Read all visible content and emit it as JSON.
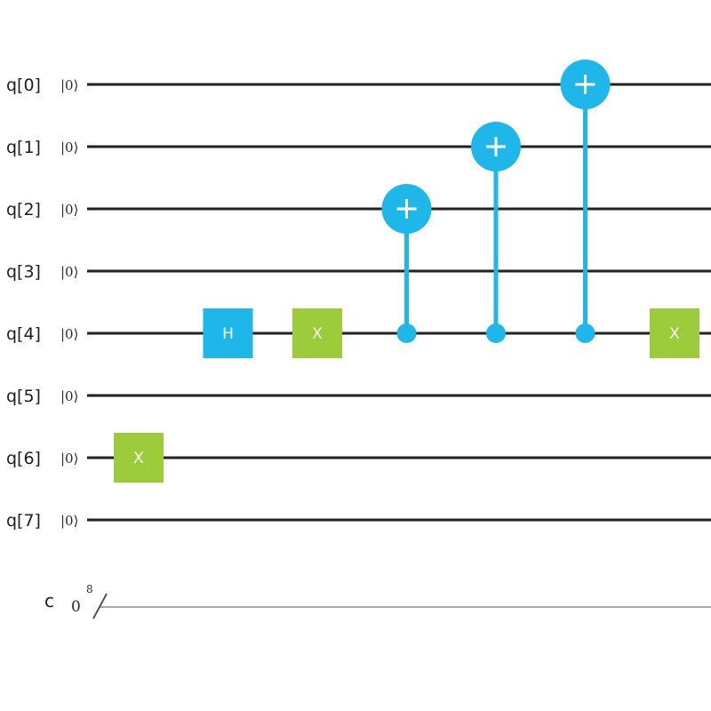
{
  "colors": {
    "wire": "#222222",
    "classical_wire": "#aaaaaa",
    "hadamard": "#1fb6ea",
    "pauli_x": "#9ccb3b",
    "cnot": "#1fb6ea"
  },
  "qubits": [
    {
      "label": "q[0]",
      "init": "|0⟩"
    },
    {
      "label": "q[1]",
      "init": "|0⟩"
    },
    {
      "label": "q[2]",
      "init": "|0⟩"
    },
    {
      "label": "q[3]",
      "init": "|0⟩"
    },
    {
      "label": "q[4]",
      "init": "|0⟩"
    },
    {
      "label": "q[5]",
      "init": "|0⟩"
    },
    {
      "label": "q[6]",
      "init": "|0⟩"
    },
    {
      "label": "q[7]",
      "init": "|0⟩"
    }
  ],
  "classical_register": {
    "label": "c",
    "init": "0",
    "width": "8"
  },
  "gates": [
    {
      "type": "single",
      "name": "X",
      "qubit": 6,
      "step": 0
    },
    {
      "type": "single",
      "name": "H",
      "qubit": 4,
      "step": 1
    },
    {
      "type": "single",
      "name": "X",
      "qubit": 4,
      "step": 2
    },
    {
      "type": "cnot",
      "control": 4,
      "target": 2,
      "step": 3
    },
    {
      "type": "cnot",
      "control": 4,
      "target": 1,
      "step": 4
    },
    {
      "type": "cnot",
      "control": 4,
      "target": 0,
      "step": 5
    },
    {
      "type": "single",
      "name": "X",
      "qubit": 4,
      "step": 6
    }
  ]
}
